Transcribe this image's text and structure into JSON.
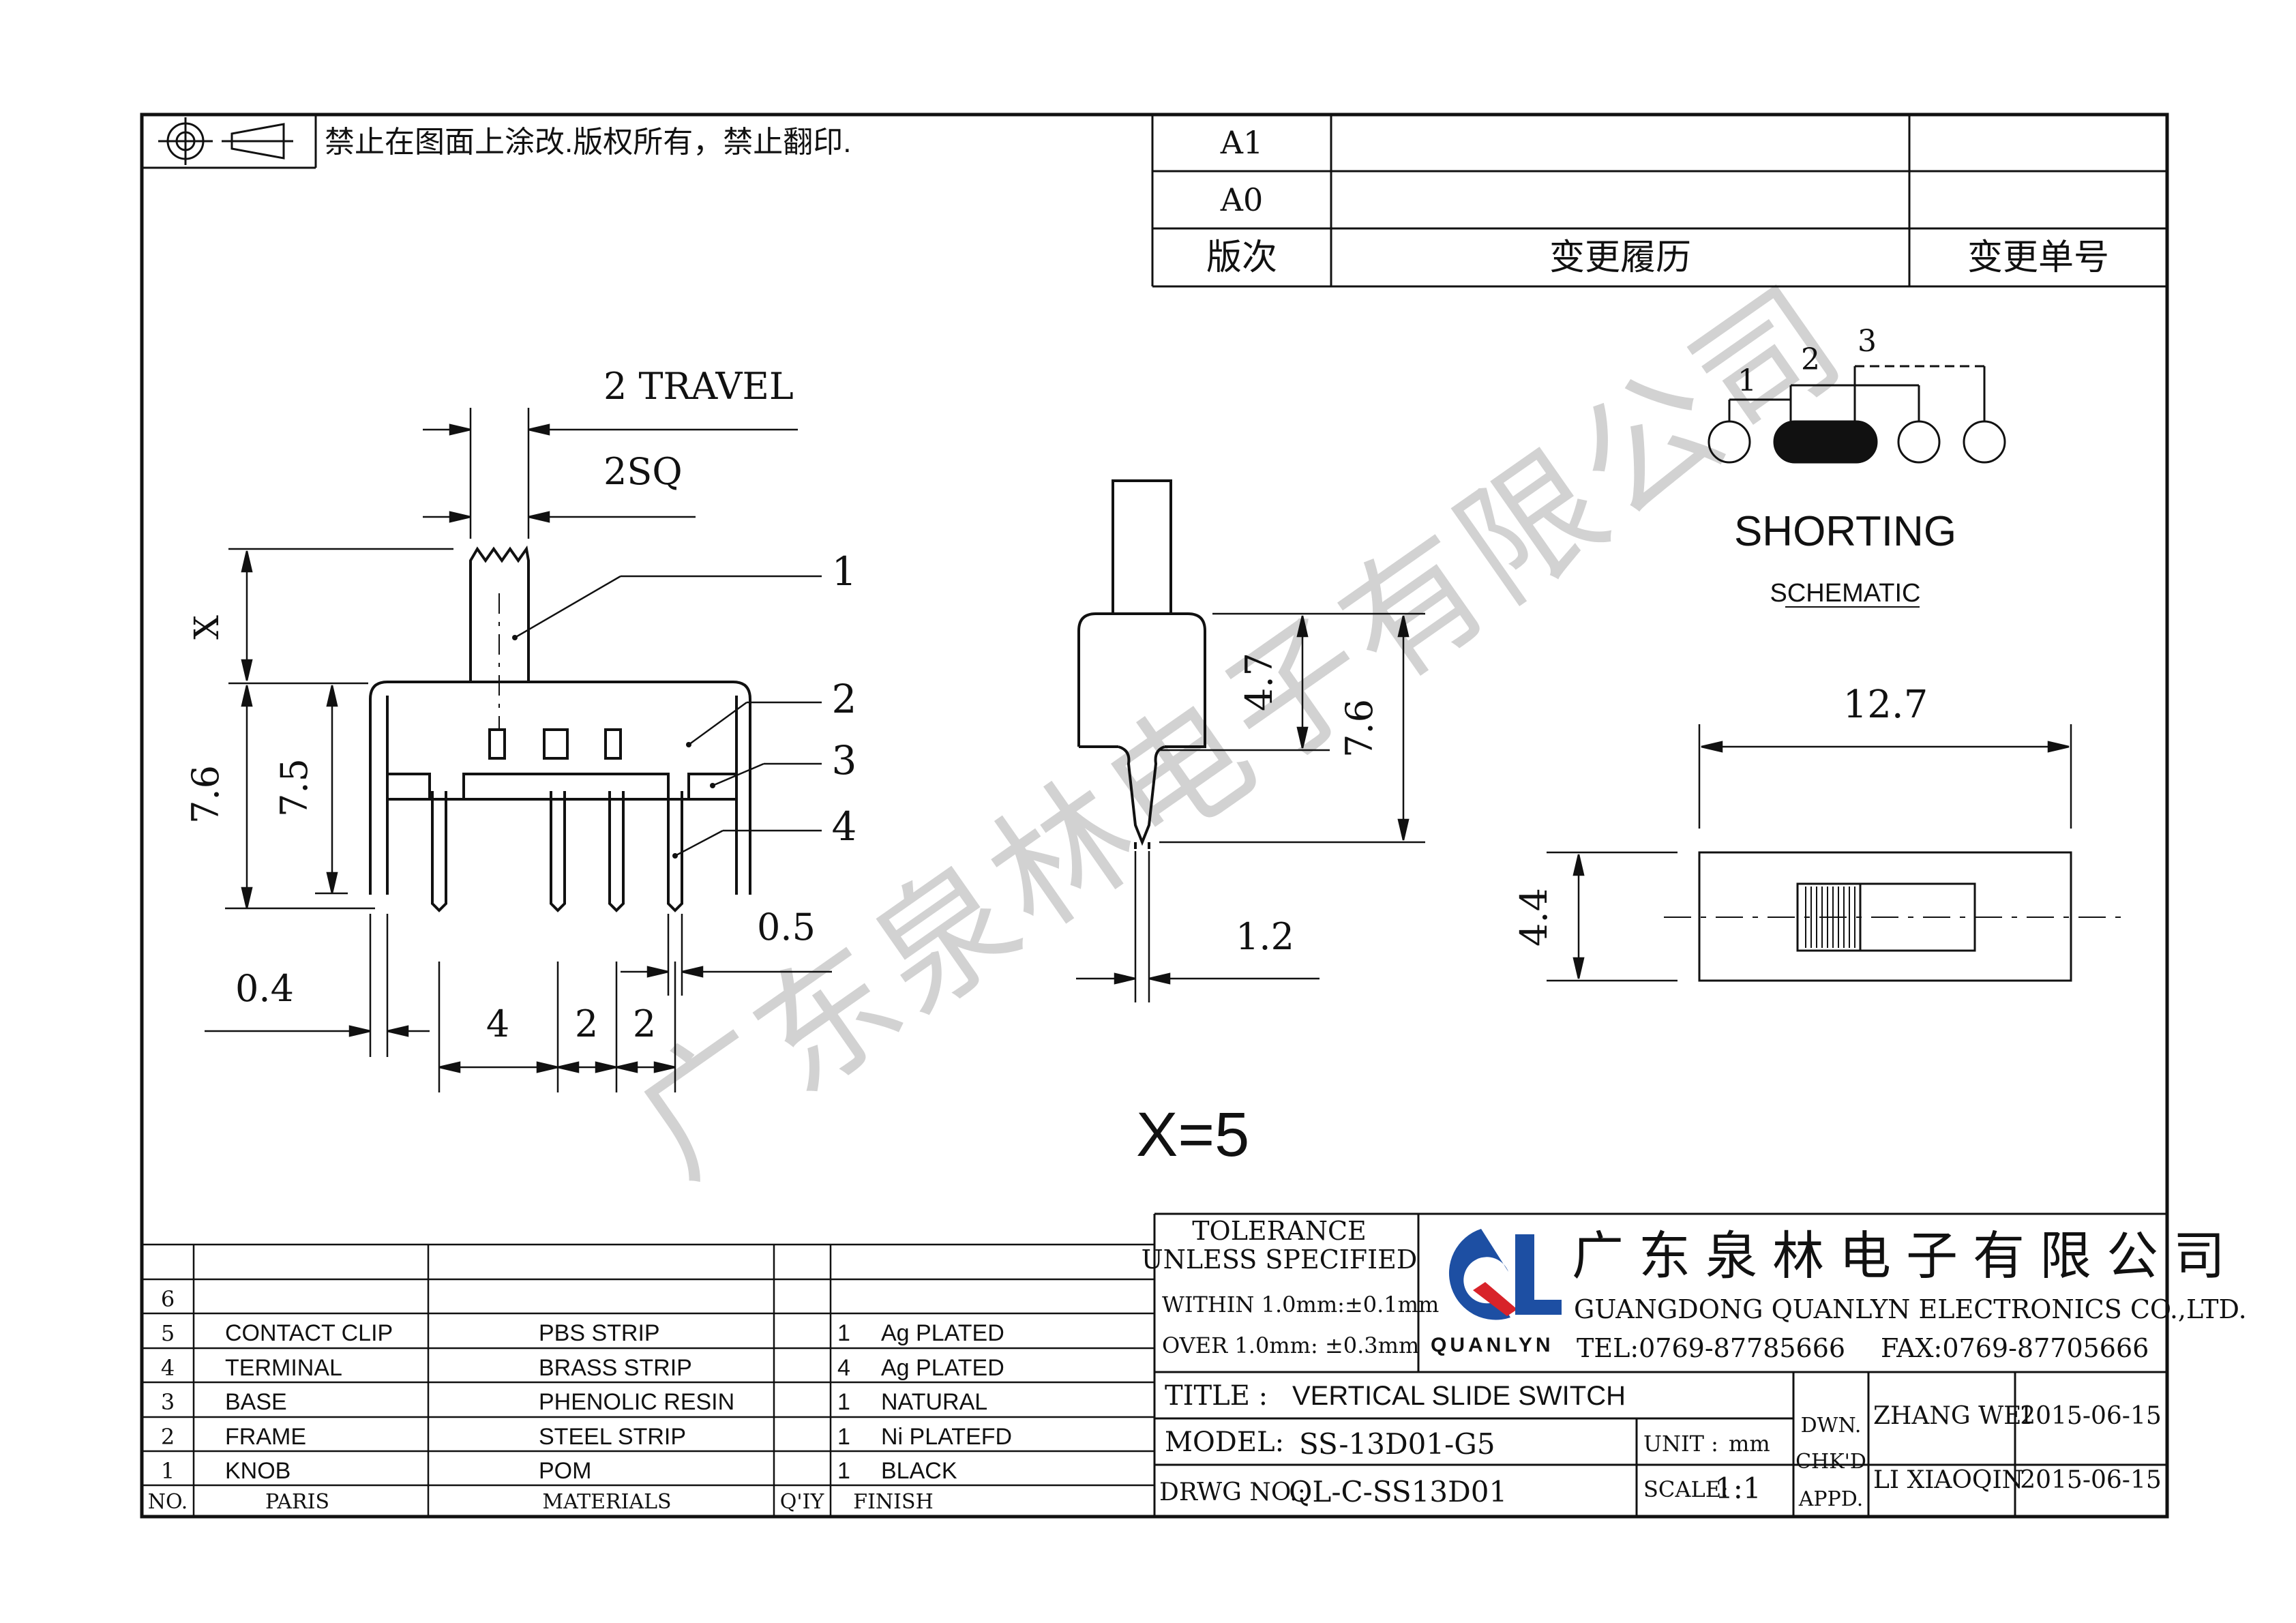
{
  "header": {
    "notice": "禁止在图面上涂改.版权所有，禁止翻印.",
    "revisions": [
      {
        "rev": "A1",
        "history": "",
        "number": ""
      },
      {
        "rev": "A0",
        "history": "",
        "number": ""
      }
    ],
    "rev_header": {
      "rev": "版次",
      "history": "变更履历",
      "number": "变更单号"
    }
  },
  "drawing": {
    "side": {
      "travel": "2 TRAVEL",
      "square": "2SQ",
      "dim_x": "X",
      "dim_7_6": "7.6",
      "dim_7_5": "7.5",
      "dim_0_4": "0.4",
      "dim_0_5": "0.5",
      "dim_4": "4",
      "dim_2a": "2",
      "dim_2b": "2",
      "callouts": [
        "1",
        "2",
        "3",
        "4"
      ]
    },
    "front": {
      "dim_4_7": "4.7",
      "dim_7_6": "7.6",
      "dim_1_2": "1.2"
    },
    "schematic": {
      "pins": [
        "1",
        "2",
        "3"
      ],
      "title": "SHORTING",
      "subtitle": "SCHEMATIC"
    },
    "top": {
      "dim_12_7": "12.7",
      "dim_4_4": "4.4"
    },
    "x_value": "X=5",
    "watermark": "广东泉林电子有限公司"
  },
  "parts": {
    "rows": [
      {
        "no": "6",
        "part": "",
        "material": "",
        "qty": "",
        "finish": ""
      },
      {
        "no": "5",
        "part": "CONTACT CLIP",
        "material": "PBS STRIP",
        "qty": "1",
        "finish": "Ag PLATED"
      },
      {
        "no": "4",
        "part": "TERMINAL",
        "material": "BRASS STRIP",
        "qty": "4",
        "finish": "Ag PLATED"
      },
      {
        "no": "3",
        "part": "BASE",
        "material": "PHENOLIC RESIN",
        "qty": "1",
        "finish": "NATURAL"
      },
      {
        "no": "2",
        "part": "FRAME",
        "material": "STEEL STRIP",
        "qty": "1",
        "finish": "Ni PLATEFD"
      },
      {
        "no": "1",
        "part": "KNOB",
        "material": "POM",
        "qty": "1",
        "finish": "BLACK"
      }
    ],
    "headers": {
      "no": "NO.",
      "part": "PARIS",
      "material": "MATERIALS",
      "qty": "Q'IY",
      "finish": "FINISH"
    }
  },
  "titleblock": {
    "tolerance_1": "TOLERANCE",
    "tolerance_2": "UNLESS  SPECIFIED",
    "within": "WITHIN 1.0mm:±0.1mm",
    "over": "OVER 1.0mm:   ±0.3mm",
    "logo_letters": "QL",
    "logo_name": "QUANLYN",
    "company_cn": "广东泉林电子有限公司",
    "company_en": "GUANGDONG  QUANLYN  ELECTRONICS  CO.,LTD.",
    "tel": "TEL:0769-87785666",
    "fax": "FAX:0769-87705666",
    "title_label": "TITLE :",
    "title": "VERTICAL  SLIDE  SWITCH",
    "model_label": "MODEL:",
    "model": "SS-13D01-G5",
    "drwg_label": "DRWG NO.:",
    "drwg": "QL-C-SS13D01",
    "unit_label": "UNIT :",
    "unit": "mm",
    "scale_label": "SCALE:",
    "scale": "1:1",
    "dwn_label": "DWN.",
    "chk_label": "CHK'D",
    "appd_label": "APPD.",
    "dwn_name": "ZHANG WEI",
    "dwn_date": "2015-06-15",
    "chk_name": "LI XIAOQIN",
    "chk_date": "2015-06-15"
  },
  "colors": {
    "line": "#111111",
    "logo_blue": "#1d4fa3",
    "logo_red": "#d8232a",
    "watermark": "#cfcfcf"
  }
}
